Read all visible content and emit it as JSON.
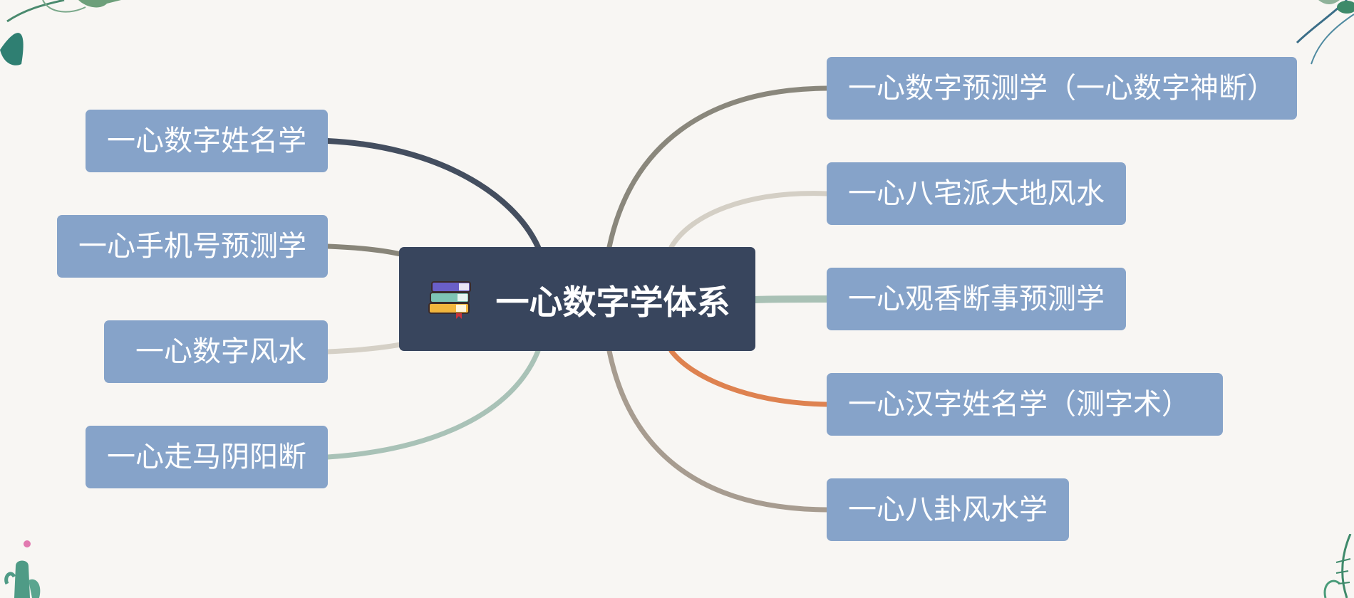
{
  "root": {
    "label": "一心数字学体系",
    "icon": "books-icon"
  },
  "left_branches": [
    {
      "label": "一心数字姓名学",
      "color": "#444e5f"
    },
    {
      "label": "一心手机号预测学",
      "color": "#888579"
    },
    {
      "label": "一心数字风水",
      "color": "#d5d0c6"
    },
    {
      "label": "一心走马阴阳断",
      "color": "#a9c2b7"
    }
  ],
  "right_branches": [
    {
      "label": "一心数字预测学（一心数字神断）",
      "color": "#8a877c"
    },
    {
      "label": "一心八宅派大地风水",
      "color": "#d4cfc5"
    },
    {
      "label": "一心观香断事预测学",
      "color": "#a9c1b5"
    },
    {
      "label": "一心汉字姓名学（测字术）",
      "color": "#de8250"
    },
    {
      "label": "一心八卦风水学",
      "color": "#a79c90"
    }
  ],
  "colors": {
    "background": "#f8f6f3",
    "topic_fill": "#86a3c9",
    "root_fill": "#38455d"
  }
}
